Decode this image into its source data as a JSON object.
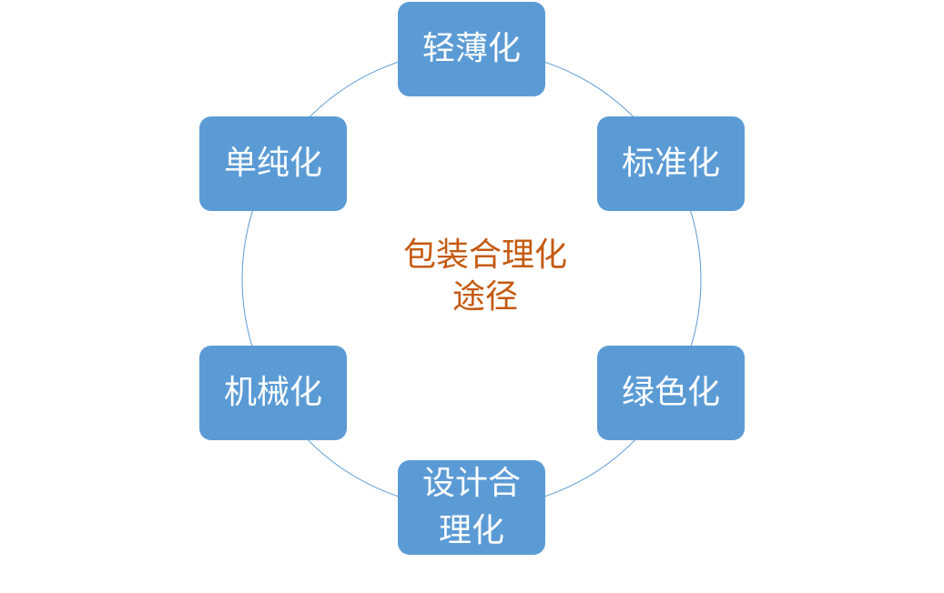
{
  "center": {
    "line1": "包装合理化",
    "line2": "途径"
  },
  "nodes": {
    "top": "轻薄化",
    "upper_right": "标准化",
    "lower_right": "绿色化",
    "bottom": "设计合理化",
    "lower_left": "机械化",
    "upper_left": "单纯化"
  },
  "colors": {
    "node_fill": "#5b9bd5",
    "node_text": "#ffffff",
    "ring_stroke": "#5b9bd5",
    "center_text": "#c55a11"
  }
}
